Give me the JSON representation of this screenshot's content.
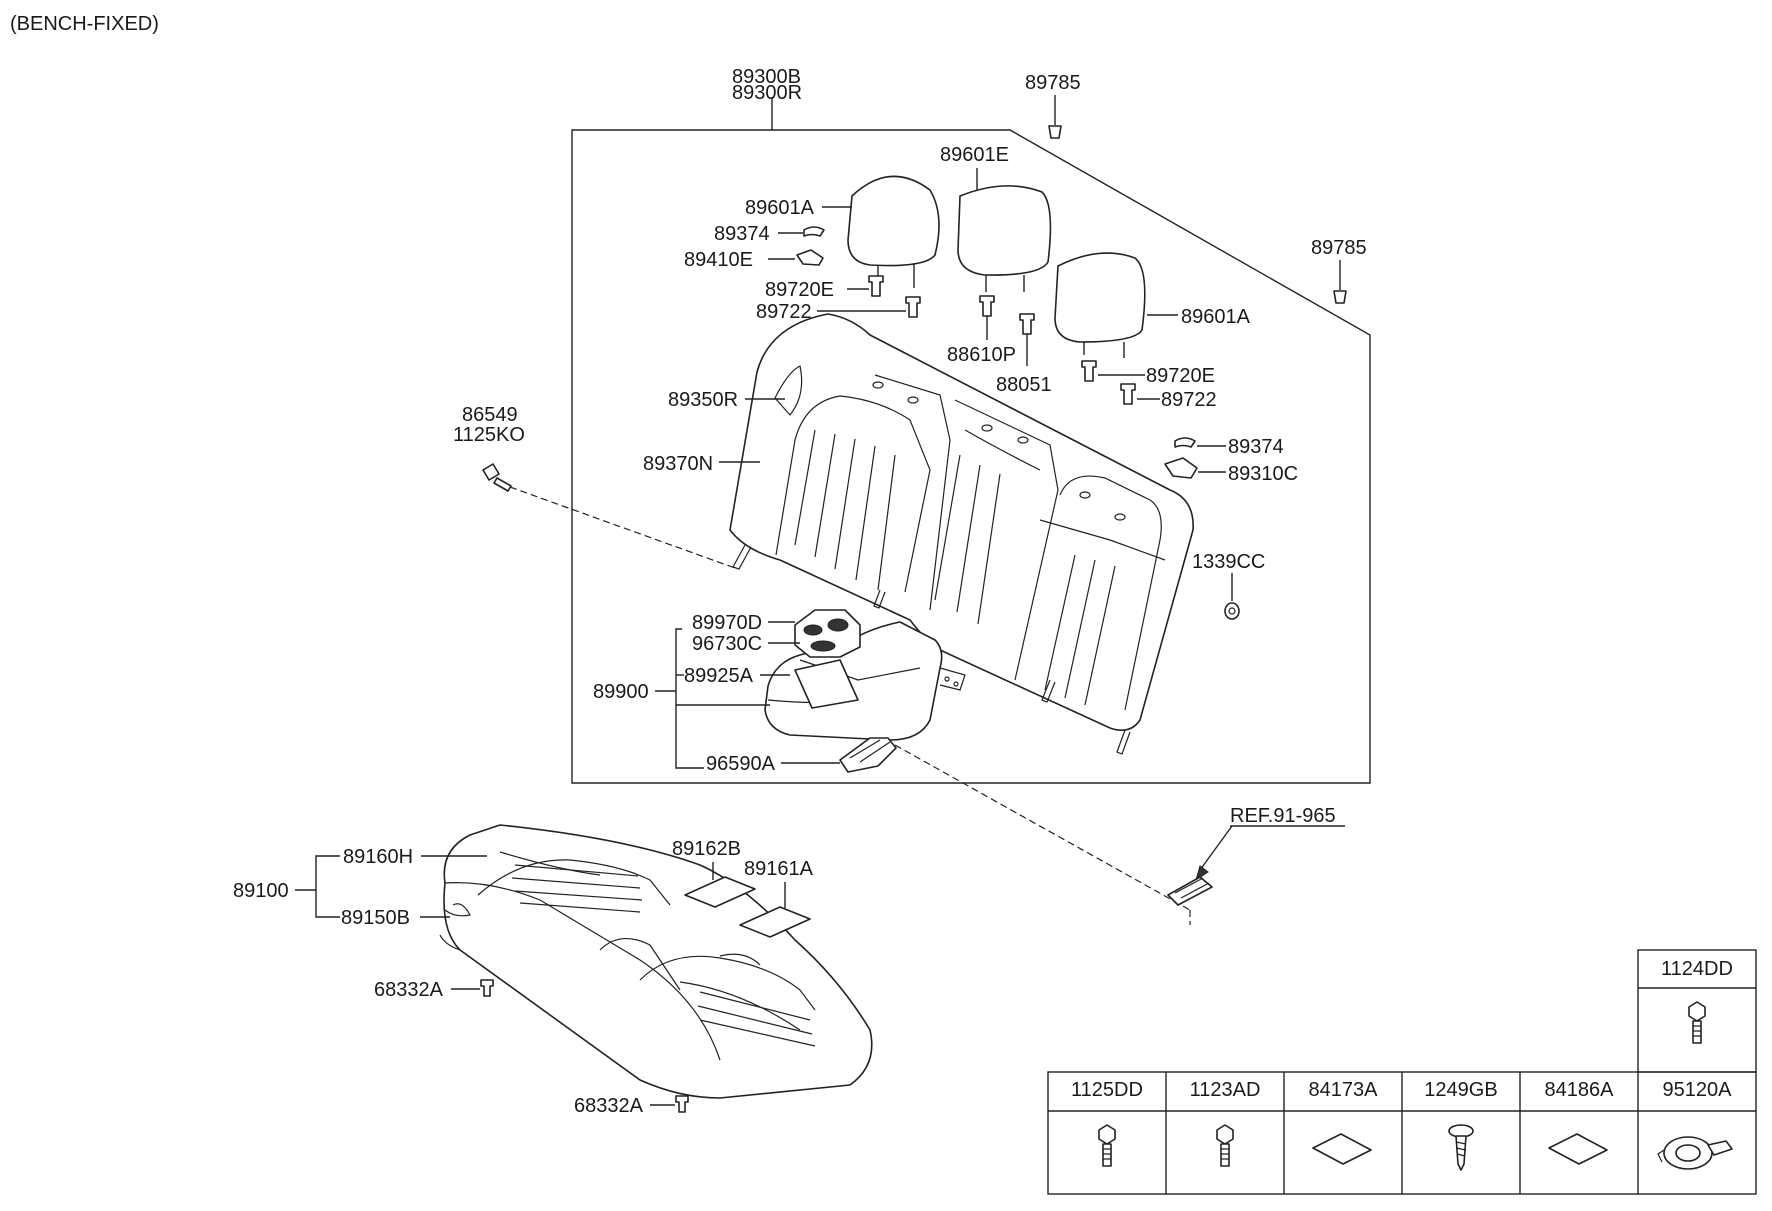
{
  "header": {
    "title": "(BENCH-FIXED)"
  },
  "labels": {
    "l_89300B": "89300B",
    "l_89300R": "89300R",
    "l_89785_top": "89785",
    "l_89785_right": "89785",
    "l_89601E": "89601E",
    "l_89601A_left": "89601A",
    "l_89374_left": "89374",
    "l_89410E": "89410E",
    "l_89720E_left": "89720E",
    "l_89722_left": "89722",
    "l_88610P": "88610P",
    "l_88051": "88051",
    "l_89601A_right": "89601A",
    "l_89720E_right": "89720E",
    "l_89722_right": "89722",
    "l_89374_right": "89374",
    "l_89310C": "89310C",
    "l_86549": "86549",
    "l_1125KO": "1125KO",
    "l_89350R": "89350R",
    "l_89370N": "89370N",
    "l_1339CC": "1339CC",
    "l_89970D": "89970D",
    "l_96730C": "96730C",
    "l_89925A": "89925A",
    "l_89900": "89900",
    "l_96590A": "96590A",
    "l_ref": "REF.91-965",
    "l_89160H": "89160H",
    "l_89100": "89100",
    "l_89150B": "89150B",
    "l_89162B": "89162B",
    "l_89161A": "89161A",
    "l_68332A_top": "68332A",
    "l_68332A_bottom": "68332A"
  },
  "parts_table": {
    "top_cell": {
      "code": "1124DD",
      "icon": "bolt-icon"
    },
    "cells": [
      {
        "code": "1125DD",
        "icon": "bolt-icon"
      },
      {
        "code": "1123AD",
        "icon": "bolt-icon"
      },
      {
        "code": "84173A",
        "icon": "pad-icon"
      },
      {
        "code": "1249GB",
        "icon": "screw-icon"
      },
      {
        "code": "84186A",
        "icon": "pad-icon"
      },
      {
        "code": "95120A",
        "icon": "sensor-icon"
      }
    ]
  }
}
